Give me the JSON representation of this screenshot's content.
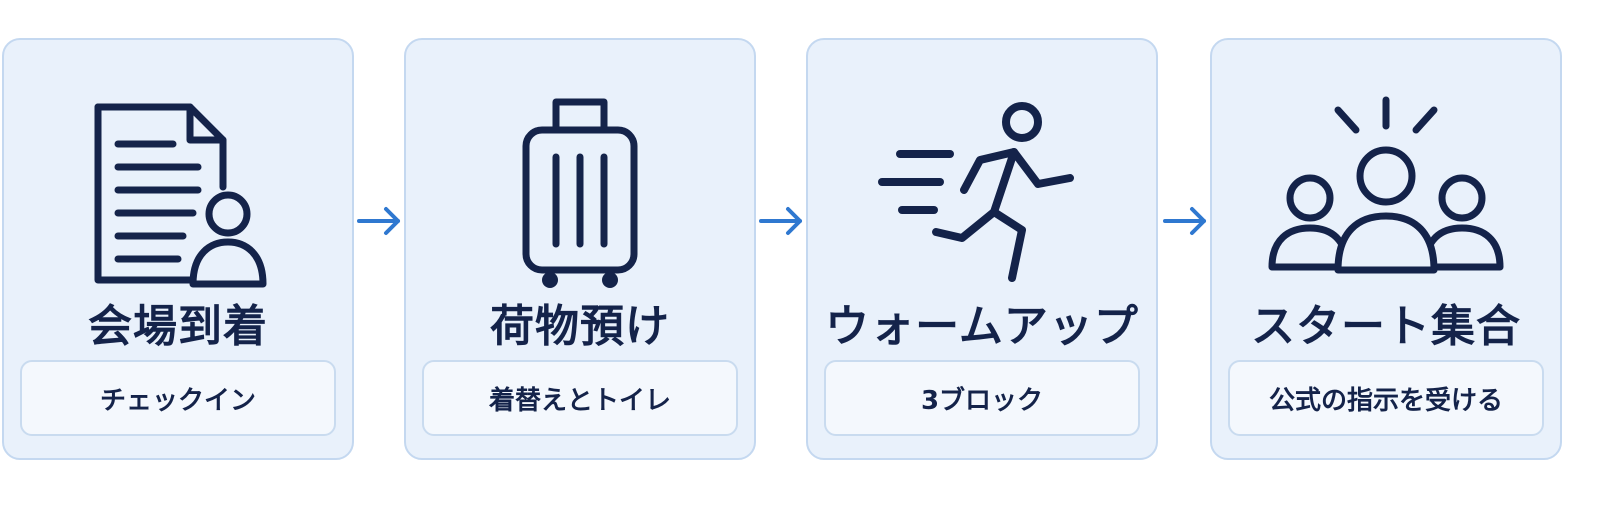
{
  "steps": [
    {
      "title": "会場到着",
      "subtitle": "チェックイン",
      "icon": "document-person-icon"
    },
    {
      "title": "荷物預け",
      "subtitle": "着替えとトイレ",
      "icon": "suitcase-icon"
    },
    {
      "title": "ウォームアップ",
      "subtitle": "3ブロック",
      "icon": "runner-icon"
    },
    {
      "title": "スタート集合",
      "subtitle": "公式の指示を受ける",
      "icon": "group-icon"
    }
  ],
  "colors": {
    "card_bg": "#e9f1fb",
    "card_border": "#c4d8f0",
    "text": "#14234a",
    "arrow": "#2f78d0"
  }
}
